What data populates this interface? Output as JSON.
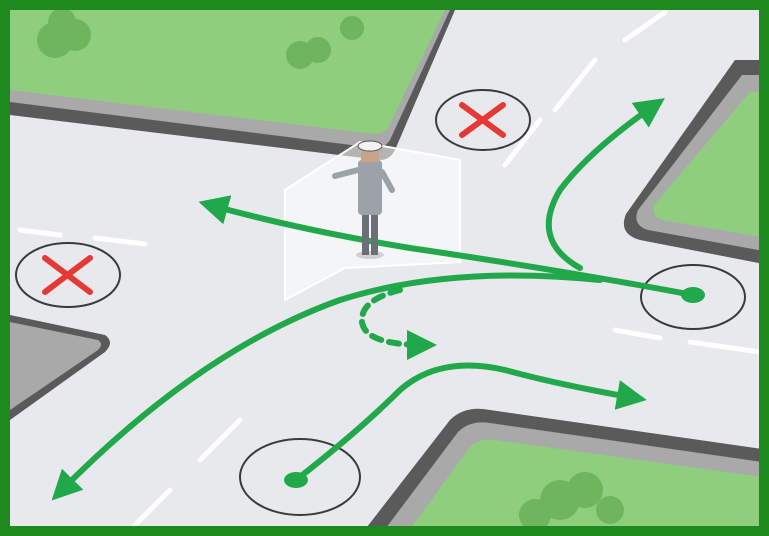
{
  "title": "",
  "colors": {
    "frame": "#1e8a1e",
    "grass": "#8fce7d",
    "grass_dark": "#6fb55e",
    "sidewalk": "#a9a9a9",
    "curb": "#5a5a5a",
    "road": "#e7e9ec",
    "lane_mark": "#ffffff",
    "arrow": "#21a84a",
    "forbidden": "#e53935",
    "circle": "#3a3a3a",
    "panel": "#f4f4f4",
    "officer": "#8a8f96"
  },
  "elements": {
    "officer": "traffic-officer",
    "panel": "transparent-plane",
    "forbidden_marks": [
      "top",
      "left"
    ],
    "start_points": [
      "right",
      "bottom"
    ]
  }
}
